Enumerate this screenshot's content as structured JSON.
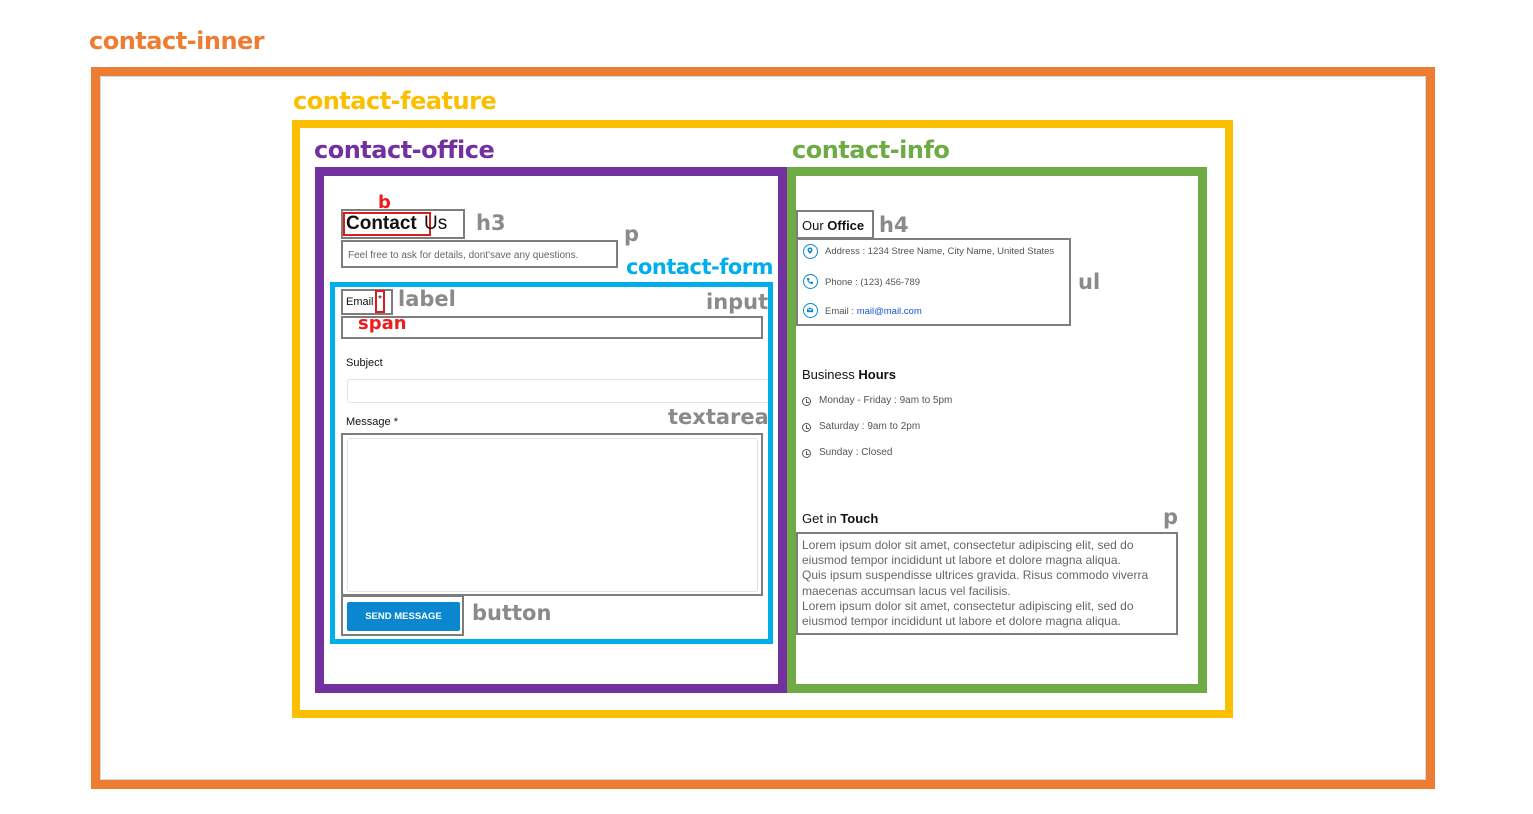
{
  "labels": {
    "contact_inner": "contact-inner",
    "contact_feature": "contact-feature",
    "contact_office": "contact-office",
    "contact_info": "contact-info",
    "contact_form": "contact-form",
    "b": "b",
    "h3": "h3",
    "p_left": "p",
    "label": "label",
    "input": "input",
    "span": "span",
    "textarea": "textarea",
    "button": "button",
    "h4": "h4",
    "ul": "ul",
    "p_right": "p"
  },
  "colors": {
    "contact_inner": "#ec7d33",
    "contact_feature": "#fbbf00",
    "contact_office": "#7331a0",
    "contact_info": "#6fab45",
    "contact_form": "#00aee9",
    "tag_gray": "#8a8a8a",
    "tag_red": "#ee1c1c",
    "button_bg": "#0a87d0",
    "link": "#1a55d8"
  },
  "office": {
    "heading_bold": "Contact",
    "heading_rest": "Us",
    "intro": "Feel free to ask for details, dont'save any questions."
  },
  "form": {
    "email_label": "Email",
    "required_mark": "*",
    "subject_label": "Subject",
    "message_label": "Message *",
    "button_label": "SEND MESSAGE"
  },
  "info": {
    "office_heading_plain": "Our",
    "office_heading_bold": "Office",
    "address": "Address : 1234 Stree Name, City Name, United States",
    "phone": "Phone : (123) 456-789",
    "email_prefix": "Email :",
    "email_link": "mail@mail.com",
    "hours_heading_plain": "Business",
    "hours_heading_bold": "Hours",
    "hours": [
      "Monday - Friday : 9am to 5pm",
      "Saturday : 9am to 2pm",
      "Sunday : Closed"
    ],
    "touch_heading_plain": "Get in",
    "touch_heading_bold": "Touch",
    "touch_lines": [
      "Lorem ipsum dolor sit amet, consectetur adipiscing elit, sed do",
      "eiusmod tempor incididunt ut labore et dolore magna aliqua.",
      "Quis ipsum suspendisse ultrices gravida. Risus commodo viverra",
      "maecenas accumsan lacus vel facilisis.",
      "Lorem ipsum dolor sit amet, consectetur adipiscing elit, sed do",
      "eiusmod tempor incididunt ut labore et dolore magna aliqua."
    ]
  }
}
